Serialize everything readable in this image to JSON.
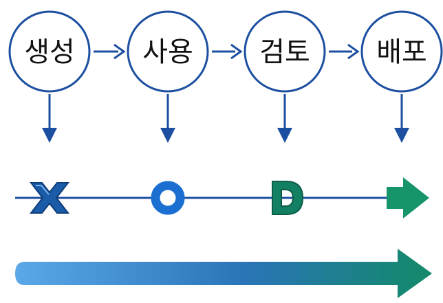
{
  "stages": [
    {
      "label": "생성",
      "marker": "X",
      "marker_kind": "x-letter",
      "color": "#1a5ca8"
    },
    {
      "label": "사용",
      "marker": "O",
      "marker_kind": "o-ring",
      "color": "#1a6fd1"
    },
    {
      "label": "검토",
      "marker": "D",
      "marker_kind": "d-letter",
      "color": "#138063"
    },
    {
      "label": "배포",
      "marker": "",
      "marker_kind": "arrow-head",
      "color": "#16946a"
    }
  ],
  "colors": {
    "circle_stroke": "#1c4fa0",
    "flow_arrow": "#1c4fa0",
    "timeline_line": "#1c4fa0",
    "gradient_start": "#5aa8e8",
    "gradient_mid": "#2a74b8",
    "gradient_end": "#138a68"
  },
  "icons": {
    "stage_circle": "circle-outline",
    "flow_arrow": "right-arrow-icon",
    "down_arrow": "down-arrow-icon",
    "progress_arrow": "gradient-arrow-icon"
  }
}
